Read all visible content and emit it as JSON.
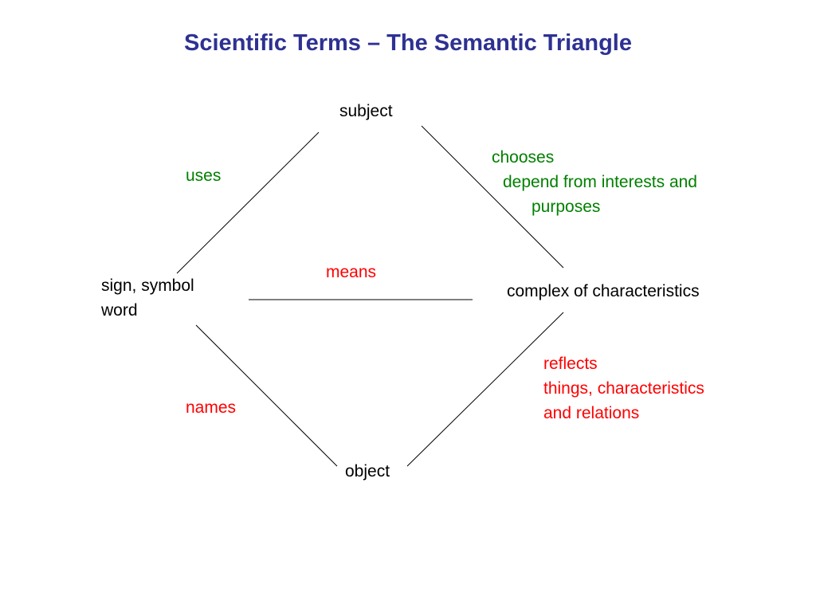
{
  "title": "Scientific Terms – The Semantic Triangle",
  "colors": {
    "title": "#2e3192",
    "node": "#000000",
    "relation_uses_chooses": "#008000",
    "relation_means_names_reflects": "#ff0000"
  },
  "nodes": {
    "subject": "subject",
    "sign": [
      "sign, symbol",
      "word"
    ],
    "complex": "complex of characteristics",
    "object": "object"
  },
  "relations": {
    "uses": "uses",
    "chooses": [
      "chooses",
      "depend from interests and",
      "purposes"
    ],
    "means": "means",
    "names": "names",
    "reflects": [
      "reflects",
      "things, characteristics",
      "and relations"
    ]
  }
}
